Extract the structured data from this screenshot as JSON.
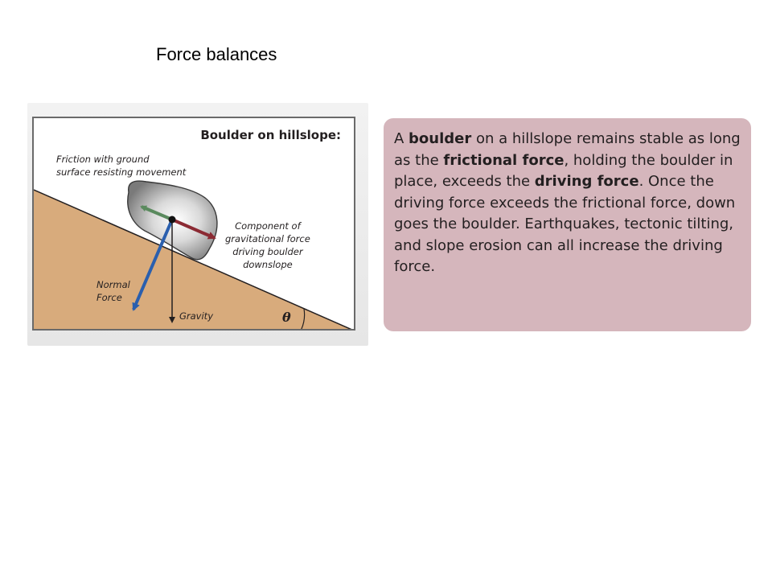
{
  "slide": {
    "title": "Force balances"
  },
  "diagram": {
    "heading": "Boulder on hillslope:",
    "labels": {
      "friction": [
        "Friction with ground",
        "surface resisting movement"
      ],
      "component": [
        "Component of",
        "gravitational force",
        "driving boulder",
        "downslope"
      ],
      "normal": [
        "Normal",
        "Force"
      ],
      "gravity": "Gravity",
      "angle": "θ"
    },
    "colors": {
      "ground": "#d8ab7c",
      "friction_arrow": "#5a8a5e",
      "driving_arrow": "#8b2a33",
      "normal_arrow": "#2a5fae",
      "gravity_arrow": "#231f20",
      "boulder_edge": "#3a3a3a"
    }
  },
  "info_box": {
    "background": "#d5b6bc",
    "segments": [
      {
        "text": "A ",
        "bold": false
      },
      {
        "text": "boulder",
        "bold": true
      },
      {
        "text": " on a hillslope remains stable as long as the ",
        "bold": false
      },
      {
        "text": "frictional force",
        "bold": true
      },
      {
        "text": ", holding the boulder in place, exceeds the ",
        "bold": false
      },
      {
        "text": "driving force",
        "bold": true
      },
      {
        "text": ".  Once the driving force exceeds the frictional force, down goes the boulder.  Earthquakes, tectonic tilting, and slope erosion can all increase the driving force.",
        "bold": false
      }
    ]
  }
}
